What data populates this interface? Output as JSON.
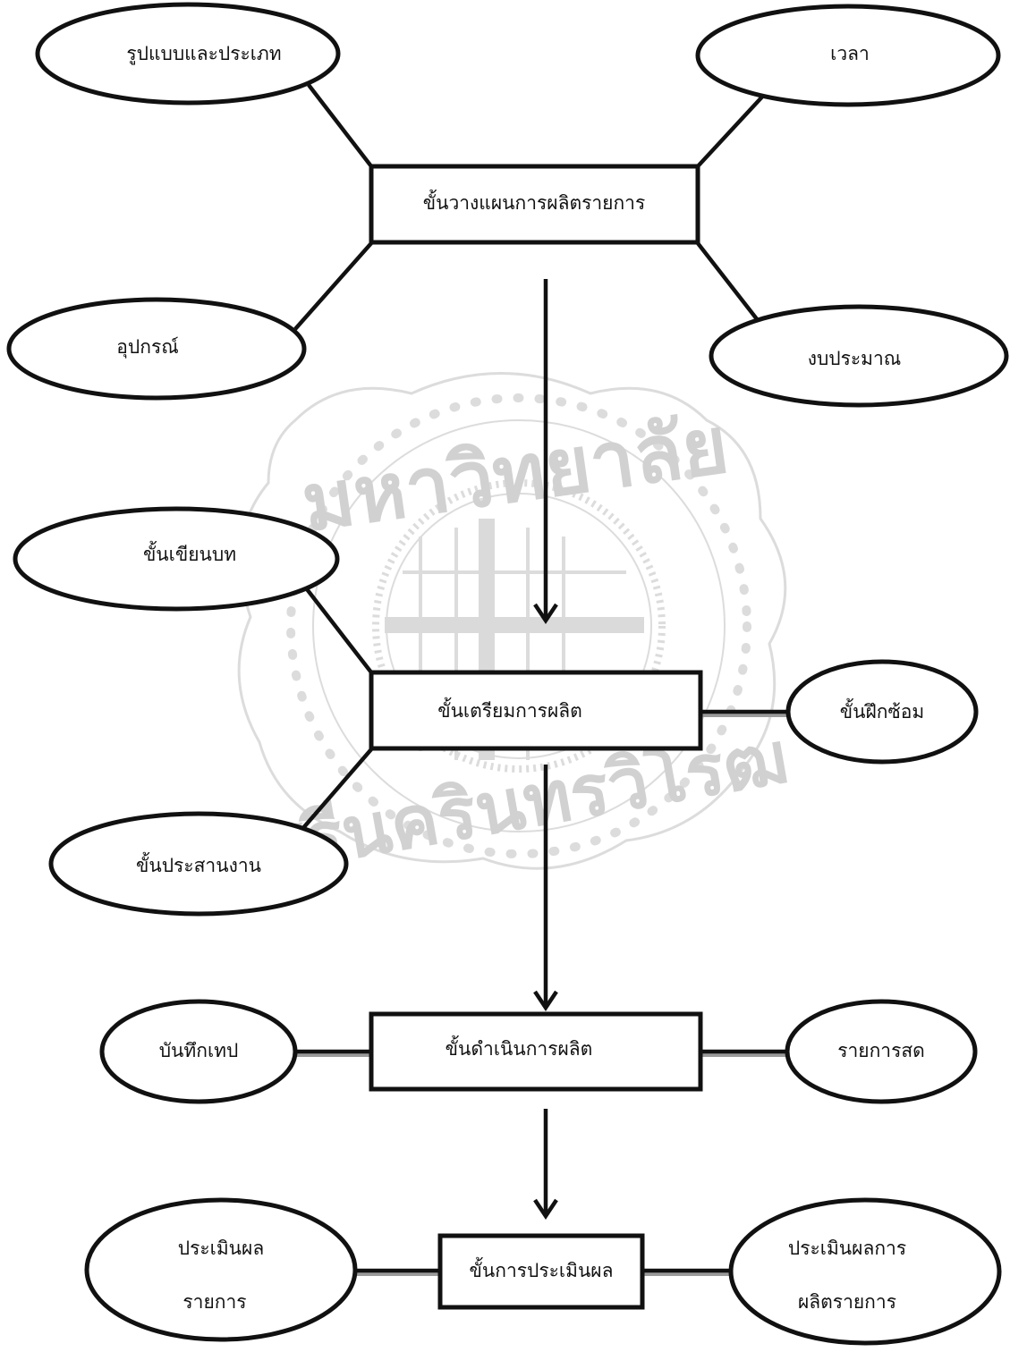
{
  "nodes": {
    "planning": "ขั้นวางแผนการผลิตรายการ",
    "format": "รูปแบบและประเภท",
    "time": "เวลา",
    "equipment": "อุปกรณ์",
    "budget": "งบประมาณ",
    "preparation": "ขั้นเตรียมการผลิต",
    "script": "ขั้นเขียนบท",
    "rehearsal": "ขั้นฝึกซ้อม",
    "coordination": "ขั้นประสานงาน",
    "production": "ขั้นดำเนินการผลิต",
    "recording": "บันทึกเทป",
    "live": "รายการสด",
    "evaluation": "ขั้นการประเมินผล",
    "eval_program_1": "ประเมินผล",
    "eval_program_2": "รายการ",
    "eval_production_1": "ประเมินผลการ",
    "eval_production_2": "ผลิตรายการ"
  },
  "watermark": {
    "top_text": "มหาวิทยาลัย",
    "bottom_text": "ศรีนครินทรวิโรฒ",
    "color": "#d4d4d4"
  }
}
